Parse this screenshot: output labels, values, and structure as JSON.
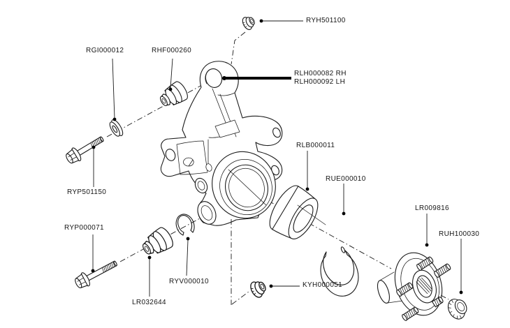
{
  "diagram": {
    "colors": {
      "background": "#ffffff",
      "line": "#1a1a1a",
      "text": "#161616",
      "leader_thick": "#000000"
    },
    "labels": {
      "ryh501100": "RYH501100",
      "rgi000012": "RGI000012",
      "rhf000260": "RHF000260",
      "rlh_line1": "RLH000082 RH",
      "rlh_line2": "RLH000092 LH",
      "ryp501150": "RYP501150",
      "rlb000011": "RLB000011",
      "rue000010": "RUE000010",
      "lr009816": "LR009816",
      "ruh100030": "RUH100030",
      "ryp000071": "RYP000071",
      "ryv000010": "RYV000010",
      "lr032644": "LR032644",
      "kyh000051": "KYH000051"
    }
  }
}
